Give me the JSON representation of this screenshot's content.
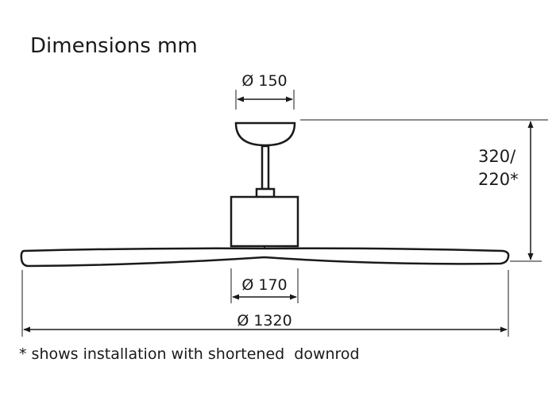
{
  "title": "Dimensions mm",
  "dimensions": {
    "canopy_diameter": "Ø 150",
    "height_standard": "320/",
    "height_short": "220*",
    "motor_diameter": "Ø 170",
    "span_diameter": "Ø 1320"
  },
  "footnote": "* shows installation with shortened  downrod",
  "colors": {
    "line": "#1a1a1a",
    "background": "#ffffff"
  }
}
